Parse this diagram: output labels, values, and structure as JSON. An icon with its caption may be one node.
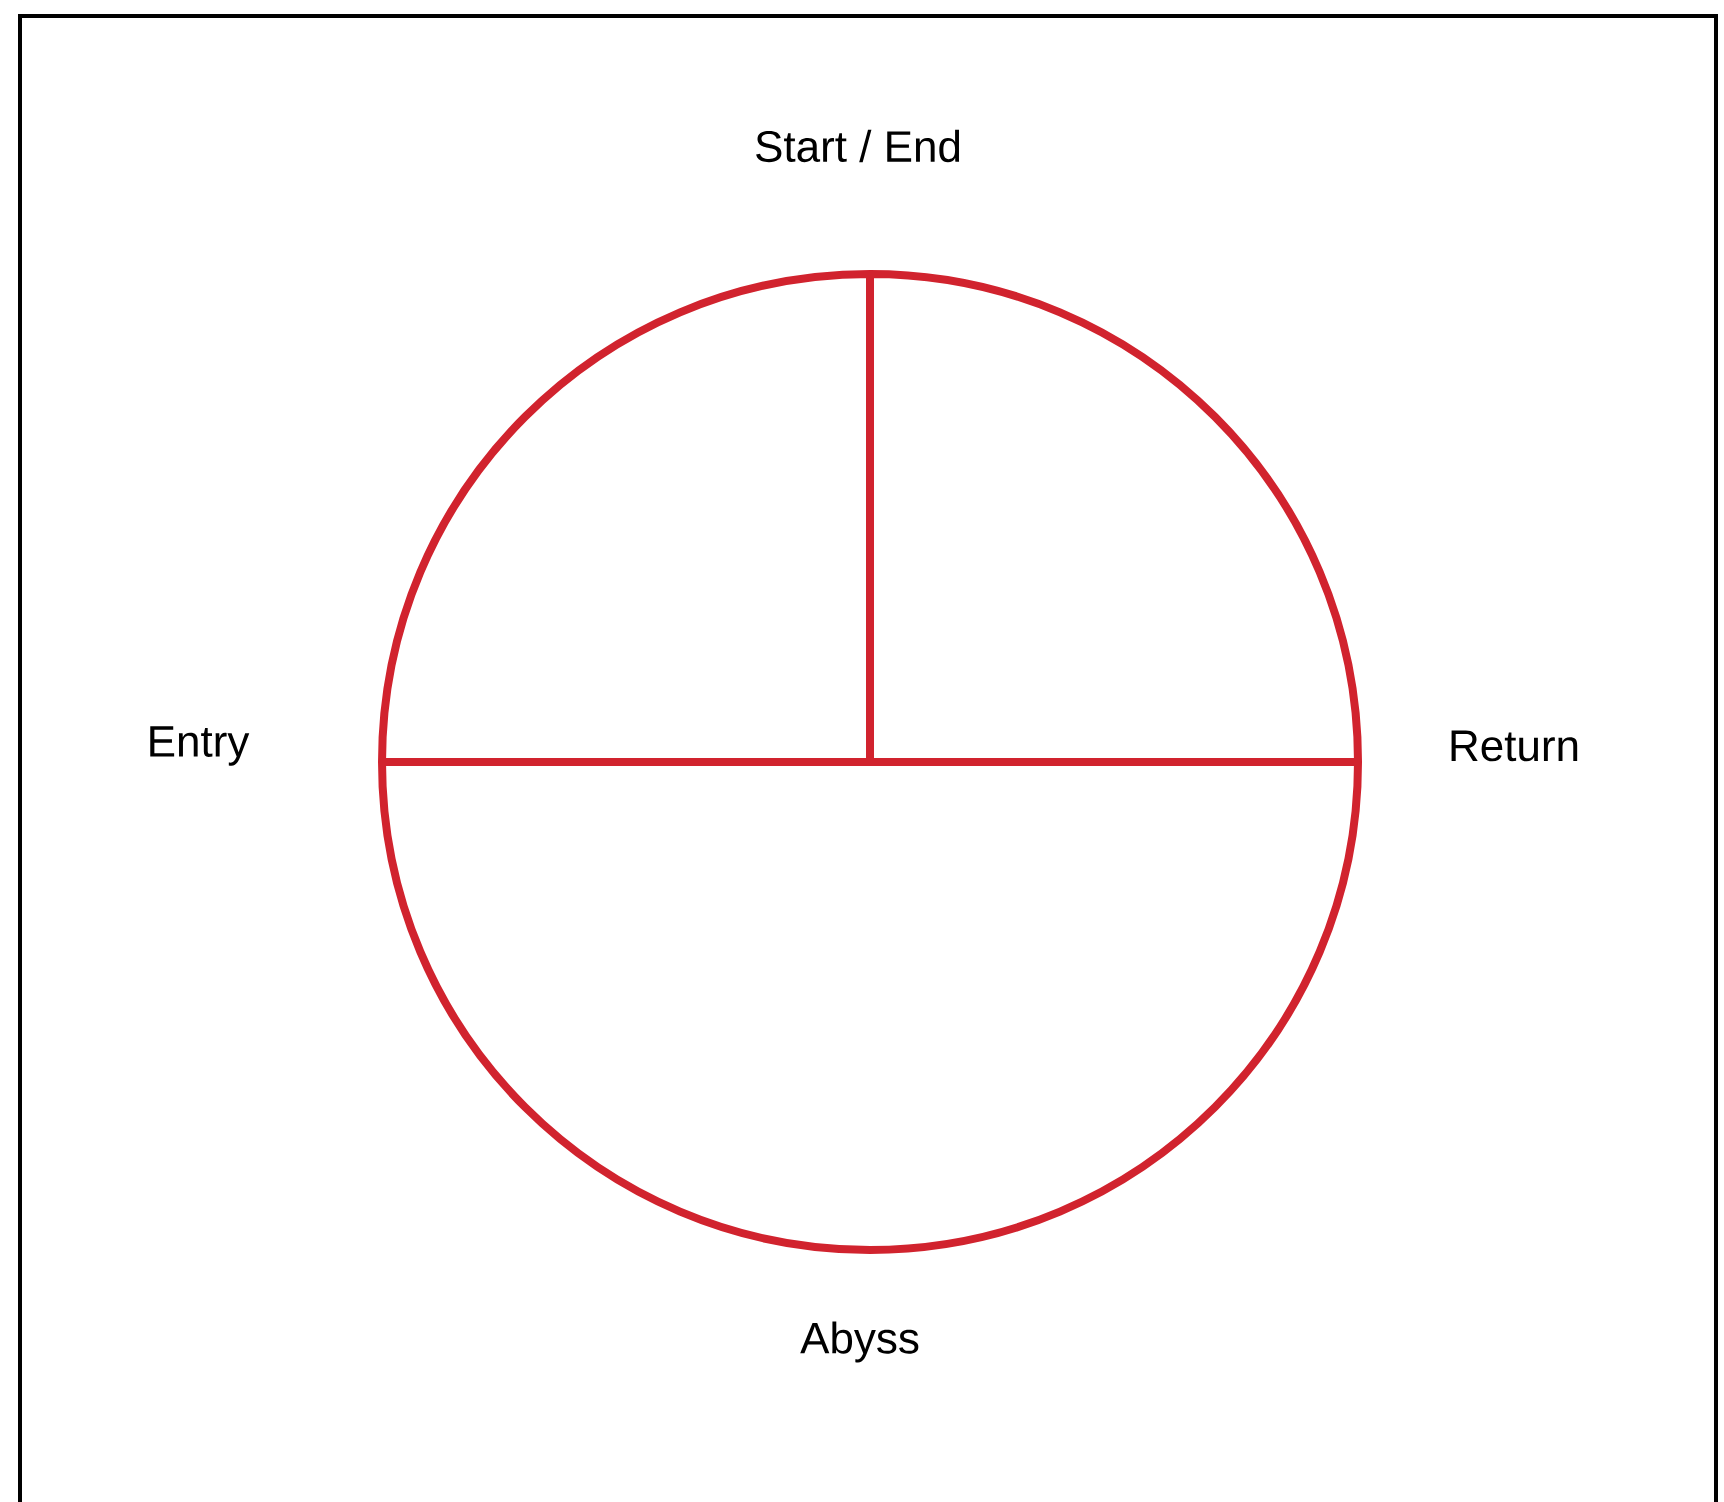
{
  "diagram": {
    "labels": [
      "Start / End",
      "Entry",
      "Return",
      "Abyss"
    ]
  }
}
